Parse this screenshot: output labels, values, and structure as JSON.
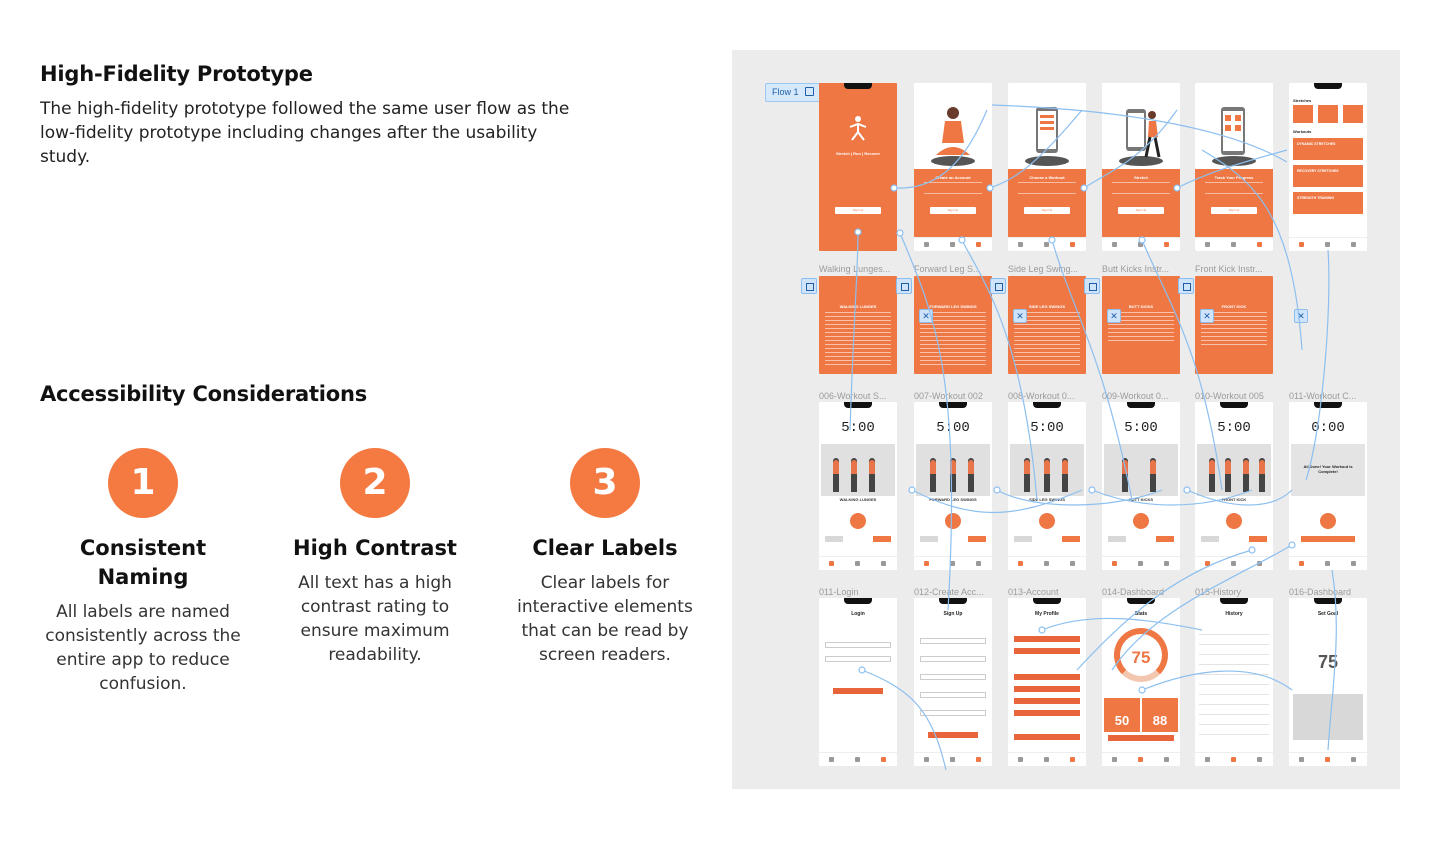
{
  "section_prototype": {
    "heading": "High-Fidelity Prototype",
    "body": "The high-fidelity prototype followed the same user flow as the low-fidelity prototype including changes after the usability study."
  },
  "section_accessibility": {
    "heading": "Accessibility Considerations",
    "items": [
      {
        "number": "1",
        "title": "Consistent Naming",
        "body": "All labels are named consistently across the entire app to reduce confusion."
      },
      {
        "number": "2",
        "title": "High Contrast",
        "body": "All text has a high contrast rating to ensure maximum readability."
      },
      {
        "number": "3",
        "title": "Clear Labels",
        "body": "Clear labels for interactive elements that can be read by screen readers."
      }
    ]
  },
  "canvas": {
    "flow_label": "Flow 1",
    "row1": {
      "frames": [
        {
          "title": "Stretch | Run | Recover",
          "button": "Sign Up"
        },
        {
          "title": "Create an Account",
          "button": "Sign Up"
        },
        {
          "title": "Choose a Workout",
          "button": "Sign Up"
        },
        {
          "title": "Stretch",
          "button": "Sign Up"
        },
        {
          "title": "Track Your Progress",
          "button": "Sign Up"
        }
      ],
      "dashboard": {
        "stretches_heading": "Stretches",
        "workouts_heading": "Workouts",
        "workouts": [
          "DYNAMIC STRETCHES",
          "RECOVERY STRETCHES",
          "STRENGTH TRAINING"
        ]
      }
    },
    "row2": {
      "labels": [
        "Walking Lunges...",
        "Forward Leg S...",
        "Side Leg Swing...",
        "Butt Kicks Instr...",
        "Front Kick Instr..."
      ],
      "titles": [
        "WALKING LUNGES",
        "FORWARD LEG SWINGS",
        "SIDE LEG SWINGS",
        "BUTT KICKS",
        "FRONT KICK"
      ]
    },
    "row3": {
      "labels": [
        "006-Workout S...",
        "007-Workout 002",
        "008-Workout 0...",
        "009-Workout 0...",
        "010-Workout 005",
        "011-Workout C..."
      ],
      "timer": "5:00",
      "timer_done": "0:00",
      "captions": [
        "WALKING LUNGES",
        "FORWARD LEG SWINGS",
        "SIDE LEG SWINGS",
        "BUTT KICKS",
        "FRONT KICK"
      ],
      "done_text": "All Done! Your Workout is Complete!"
    },
    "row4": {
      "labels": [
        "011-Login",
        "012-Create Acc...",
        "013-Account",
        "014-Dashboard",
        "015-History",
        "016-Dashboard"
      ],
      "titles": [
        "Login",
        "Sign Up",
        "My Profile",
        "Stats",
        "History",
        "Set Goal"
      ],
      "stats_percent": "75",
      "stats_left": "50",
      "stats_right": "88",
      "goal_value": "75"
    }
  },
  "colors": {
    "accent": "#f47a42",
    "canvas_bg": "#ececec",
    "flow_line": "#8cbff0"
  }
}
